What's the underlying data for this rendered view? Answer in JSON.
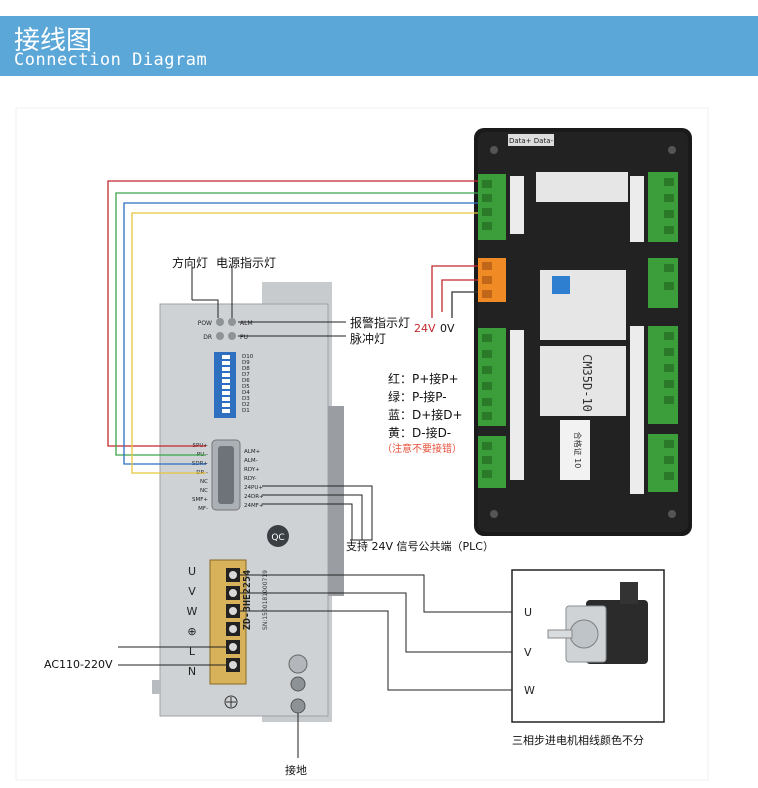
{
  "banner": {
    "title_cn": "接线图",
    "title_en": "Connection Diagram"
  },
  "driver": {
    "top_labels": [
      "方向灯",
      "电源指示灯"
    ],
    "led_labels": {
      "pow": "POW",
      "dr": "DR",
      "alm": "ALM",
      "pu": "PU"
    },
    "right_labels": [
      "报警指示灯",
      "脉冲灯"
    ],
    "dip_labels": [
      "D10",
      "D9",
      "D8",
      "D7",
      "D6",
      "D5",
      "D4",
      "D3",
      "D2",
      "D1"
    ],
    "left_pins": [
      "SPU+",
      "PU -",
      "SDR+",
      "DR -",
      "NC",
      "NC",
      "SMF+",
      "MF-"
    ],
    "right_pins": [
      "ALM+",
      "ALM-",
      "RDY+",
      "RDY-",
      "24PU+",
      "24DR+",
      "24MF+"
    ],
    "terminals": [
      "U",
      "V",
      "W",
      "⊕",
      "L",
      "N"
    ],
    "model": "ZD-3HE2254",
    "serial": "SN:1500181000719",
    "qc": "QC",
    "plc_note": "支持 24V 信号公共端（PLC）",
    "ac_label": "AC110-220V",
    "ground_label": "接地"
  },
  "controller": {
    "top_left_tag": "Data+ Data-",
    "power_labels": {
      "v24": "24V",
      "v0": "0V"
    },
    "model_text": "CM35D-10",
    "certificate": "合格证 10",
    "color_key": [
      {
        "text": "红：P+接P+",
        "color": "#111111"
      },
      {
        "text": "绿：P-接P-",
        "color": "#111111"
      },
      {
        "text": "蓝：D+接D+",
        "color": "#111111"
      },
      {
        "text": "黄：D-接D-",
        "color": "#111111"
      },
      {
        "text": "（注意不要接错）",
        "color": "#e8503a"
      }
    ]
  },
  "motor": {
    "phases": [
      "U",
      "V",
      "W"
    ],
    "caption": "三相步进电机相线颜色不分"
  },
  "colors": {
    "red": "#c0282d",
    "green": "#3aa54a",
    "blue": "#2a6fc0",
    "yellow": "#e8c63a",
    "banner": "#5ba7d8"
  }
}
